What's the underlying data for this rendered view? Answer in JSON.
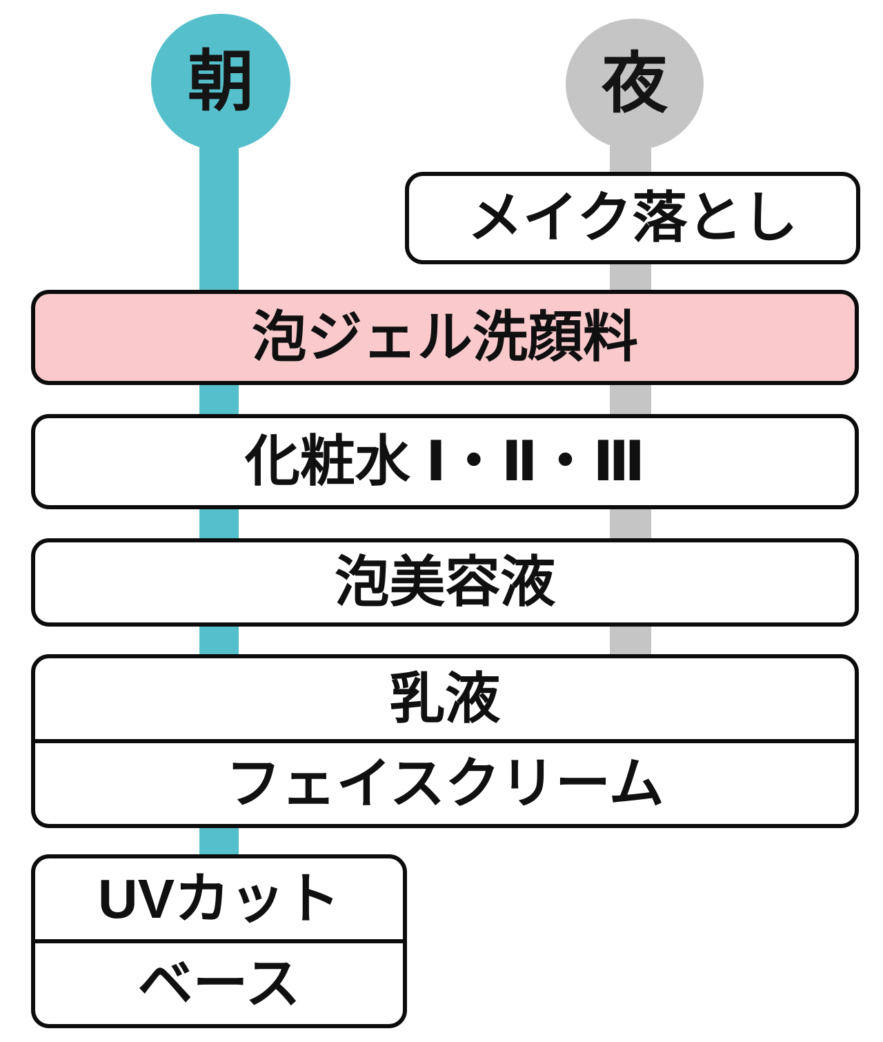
{
  "diagram": {
    "columns": {
      "morning": {
        "label": "朝"
      },
      "night": {
        "label": "夜"
      }
    },
    "steps": {
      "makeup_remover": {
        "label": "メイク落とし"
      },
      "foam_gel_cleanser": {
        "label": "泡ジェル洗顔料"
      },
      "lotion": {
        "label": "化粧水 Ⅰ・Ⅱ・Ⅲ"
      },
      "foam_serum": {
        "label": "泡美容液"
      },
      "emulsion": {
        "label": "乳液"
      },
      "face_cream": {
        "label": "フェイスクリーム"
      },
      "uv_cut": {
        "label": "UVカット"
      },
      "base": {
        "label": "ベース"
      }
    },
    "colors": {
      "morning_accent": "#55c0cb",
      "night_accent": "#c5c5c5",
      "highlight_fill": "#fac9cc",
      "box_border": "#0c0c0c",
      "background": "#ffffff"
    }
  }
}
